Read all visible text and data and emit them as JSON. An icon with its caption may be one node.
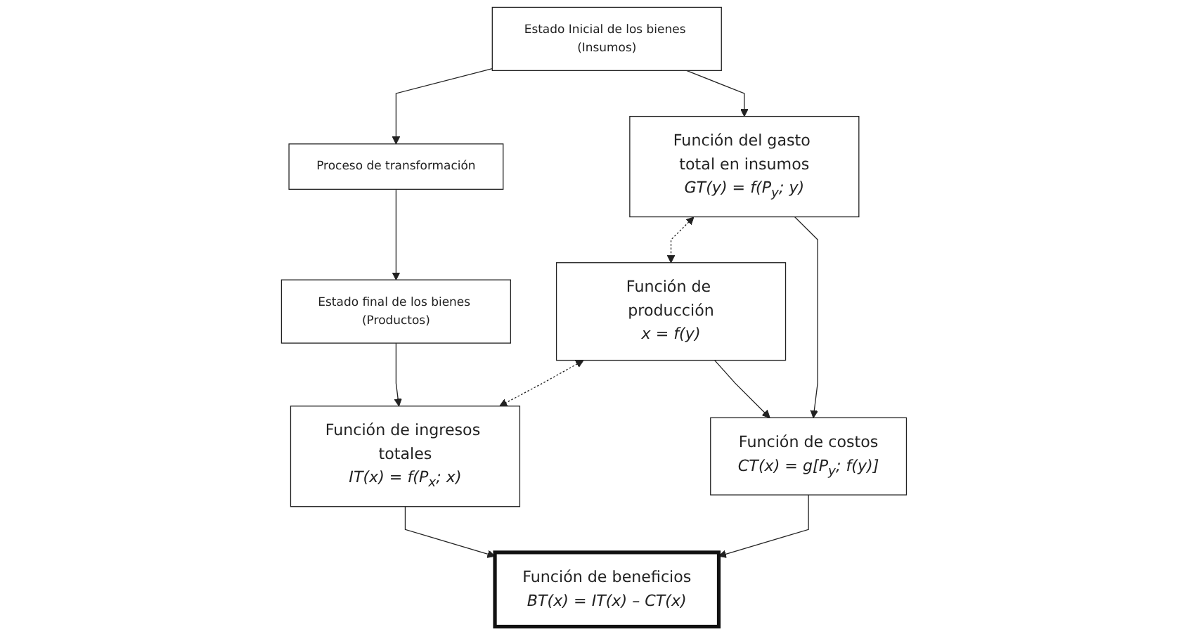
{
  "diagram": {
    "nodes": [
      {
        "text": [
          "Estado Inicial de los bienes (Insumos)"
        ]
      },
      {
        "text": [
          "Proceso de transformación"
        ]
      },
      {
        "text": [
          "Estado final de los bienes (Productos)"
        ]
      },
      {
        "text": [
          "Función del gasto total en insumos",
          "GT(y) = f(P$_{y}$; y)"
        ]
      },
      {
        "text": [
          "Función de producción",
          "x = f(y)"
        ]
      },
      {
        "text": [
          "Función de ingresos totales",
          "IT(x) = f(P$_{x}$; x)"
        ]
      },
      {
        "text": [
          "Función de costos",
          "CT(x) = g[P$_{y}$; f(y)]"
        ]
      },
      {
        "text": [
          "Función de beneficios",
          "BT(x) = IT(x) – CT(x)"
        ]
      }
    ],
    "edges": [
      {
        "from": 0,
        "to": 1,
        "arrow": "to"
      },
      {
        "from": 1,
        "to": 2,
        "arrow": "to"
      },
      {
        "from": 0,
        "to": 3,
        "arrow": "to"
      },
      {
        "from": 2,
        "to": 5,
        "arrow": "to"
      },
      {
        "from": 3,
        "to": 4,
        "arrow": "both",
        "style": "dashed"
      },
      {
        "from": 4,
        "to": 5,
        "arrow": "both",
        "style": "dashed"
      },
      {
        "from": 3,
        "to": 6,
        "arrow": "to"
      },
      {
        "from": 4,
        "to": 6,
        "arrow": "to"
      },
      {
        "from": 5,
        "to": 7,
        "arrow": "to"
      },
      {
        "from": 6,
        "to": 7,
        "arrow": "to"
      }
    ]
  }
}
